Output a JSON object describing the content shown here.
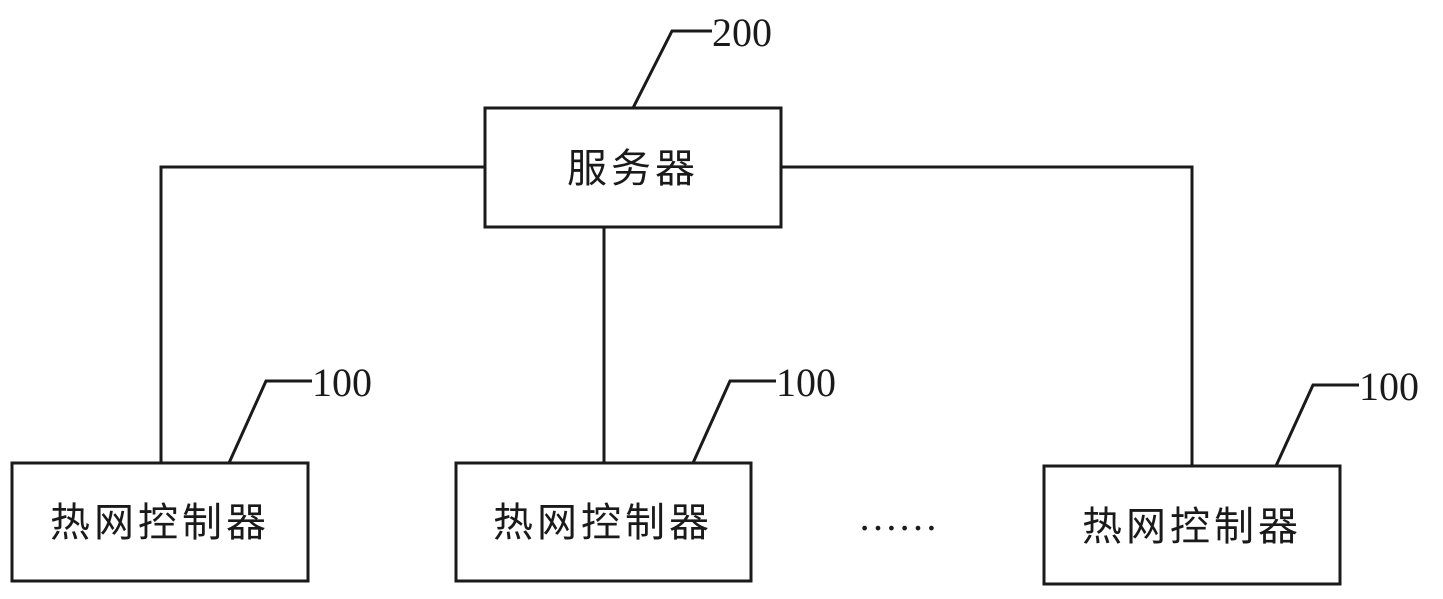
{
  "server": {
    "label": "服务器",
    "ref": "200"
  },
  "controllers": [
    {
      "label": "热网控制器",
      "ref": "100"
    },
    {
      "label": "热网控制器",
      "ref": "100"
    },
    {
      "label": "热网控制器",
      "ref": "100"
    }
  ],
  "ellipsis": "……"
}
